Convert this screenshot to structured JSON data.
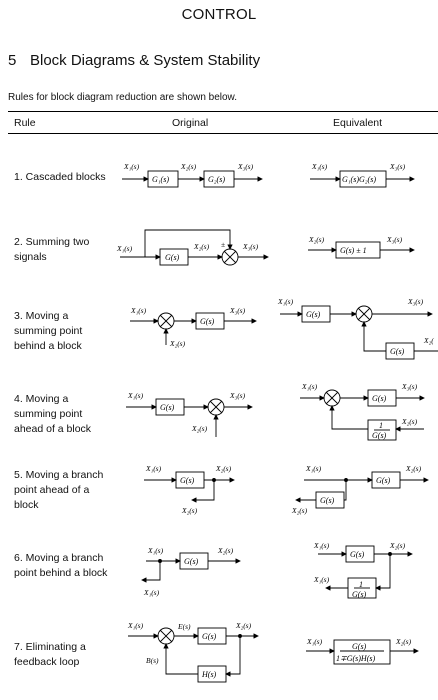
{
  "header": {
    "title": "CONTROL"
  },
  "section": {
    "number": "5",
    "title": "Block Diagrams & System Stability"
  },
  "intro": "Rules for block diagram reduction are shown below.",
  "table": {
    "headers": {
      "rule": "Rule",
      "original": "Original",
      "equivalent": "Equivalent"
    },
    "rules": [
      {
        "name": "1. Cascaded blocks"
      },
      {
        "name": "2. Summing two signals"
      },
      {
        "name": "3. Moving a summing point behind a block"
      },
      {
        "name": "4. Moving a summing point ahead of a block"
      },
      {
        "name": "5. Moving a branch point ahead of a block"
      },
      {
        "name": "6. Moving a branch point behind a block"
      },
      {
        "name": "7. Eliminating a feedback loop"
      }
    ]
  },
  "labels": {
    "X1": "X₁(s)",
    "X2": "X₂(s)",
    "X3": "X₃(s)",
    "G": "G(s)",
    "G1": "G₁(s)",
    "G2": "G₂(s)",
    "G1G2": "G₁(s)G₂(s)",
    "Gpm1": "G(s) ± 1",
    "H": "H(s)",
    "E": "E(s)",
    "B": "B(s)",
    "one": "1",
    "Gden": "G(s)",
    "X2cut": "X₂(",
    "Gnum": "G(s)",
    "fbden": "1∓G(s)H(s)",
    "pm": "±",
    "mp": "±"
  }
}
